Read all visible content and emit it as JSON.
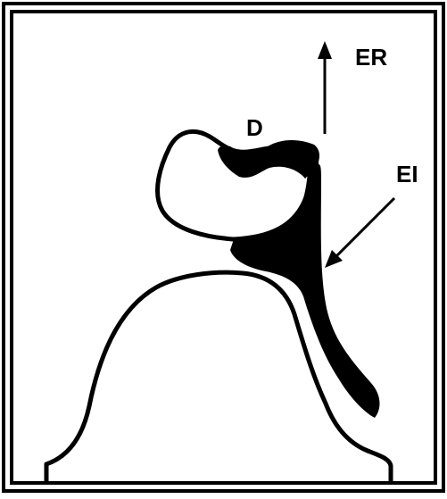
{
  "labels": {
    "d": "D",
    "er": "ER",
    "ei": "EI"
  },
  "colors": {
    "ink": "#000000",
    "paper": "#ffffff"
  }
}
